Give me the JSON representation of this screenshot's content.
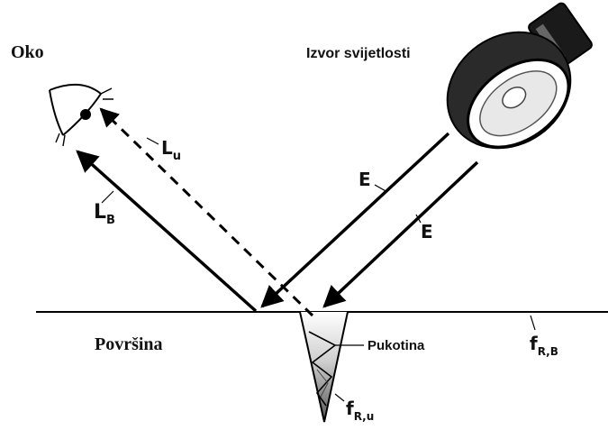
{
  "labels": {
    "eye": "Oko",
    "light_source": "Izvor svijetlosti",
    "surface": "Površina",
    "crack": "Pukotina",
    "incident_1": "E",
    "incident_2": "E",
    "reflected_surface": {
      "main": "L",
      "sub": "B"
    },
    "reflected_crack": {
      "main": "L",
      "sub": "u"
    },
    "surface_brdf": {
      "main": "f",
      "sub": "R,B"
    },
    "crack_brdf": {
      "main": "f",
      "sub": "R,u"
    }
  }
}
